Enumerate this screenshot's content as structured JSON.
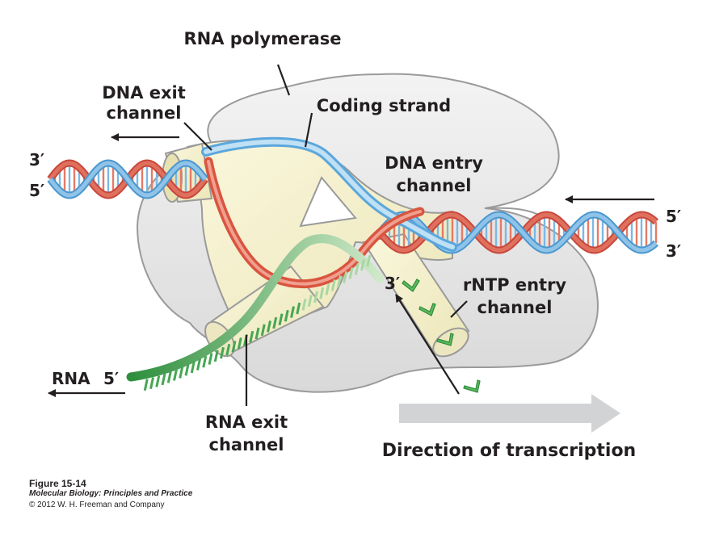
{
  "labels": {
    "rna_polymerase": "RNA polymerase",
    "dna_exit_line1": "DNA exit",
    "dna_exit_line2": "channel",
    "coding_strand": "Coding strand",
    "dna_entry_line1": "DNA entry",
    "dna_entry_line2": "channel",
    "rntp_entry_line1": "rNTP entry",
    "rntp_entry_line2": "channel",
    "rna_exit_line1": "RNA exit",
    "rna_exit_line2": "channel",
    "rna": "RNA",
    "rna_5prime": "5′",
    "rna_3prime": "3′",
    "left_top_end": "3′",
    "left_bottom_end": "5′",
    "right_top_end": "5′",
    "right_bottom_end": "3′",
    "direction": "Direction of transcription"
  },
  "caption": {
    "figure": "Figure 15-14",
    "book": "Molecular Biology: Principles and Practice",
    "copyright": "© 2012 W. H. Freeman and Company"
  },
  "colors": {
    "coding_strand": "#8fc3e8",
    "template_strand": "#e0705e",
    "rna": "#3aa04a",
    "polymerase": "#ececec",
    "channel": "#f7f3d2",
    "arrow_gray": "#d0d2d3"
  }
}
